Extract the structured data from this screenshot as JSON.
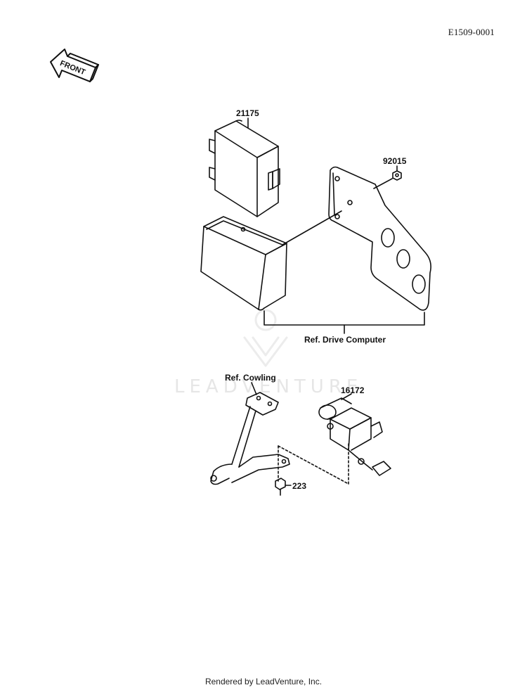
{
  "diagram_code": "E1509-0001",
  "front_arrow_text": "FRONT",
  "watermark_text": "LEADVENTURE",
  "callouts": {
    "control_unit": "21175",
    "nut": "92015",
    "ref_drive_computer": "Ref. Drive Computer",
    "ref_cowling": "Ref. Cowling",
    "actuator": "16172",
    "bolt": "223"
  },
  "footer_text": "Rendered by LeadVenture, Inc.",
  "colors": {
    "ink": "#111111",
    "watermark": "#e6e6e6"
  }
}
